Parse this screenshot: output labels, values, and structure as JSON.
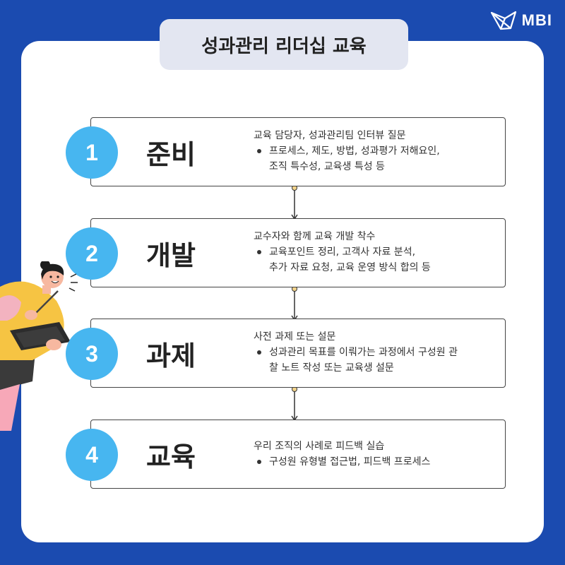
{
  "brand": {
    "name": "MBI"
  },
  "title": "성과관리 리더십 교육",
  "steps": [
    {
      "number": "1",
      "name": "준비",
      "desc_main": "교육 담당자, 성과관리팀 인터뷰 질문",
      "desc_bullet": [
        "프로세스, 제도, 방법, 성과평가 저해요인,",
        "조직 특수성, 교육생 특성 등"
      ]
    },
    {
      "number": "2",
      "name": "개발",
      "desc_main": "교수자와 함께 교육 개발 착수",
      "desc_bullet": [
        "교육포인트 정리, 고객사 자료 분석,",
        "추가 자료 요청, 교육 운영 방식 합의 등"
      ]
    },
    {
      "number": "3",
      "name": "과제",
      "desc_main": "사전 과제 또는 설문",
      "desc_bullet": [
        "성과관리 목표를 이뤄가는 과정에서 구성원 관",
        "찰 노트 작성 또는 교육생 설문"
      ]
    },
    {
      "number": "4",
      "name": "교육",
      "desc_main": "우리 조직의 사례로 피드백 실습",
      "desc_bullet": [
        "구성원 유형별 접근법, 피드백 프로세스"
      ]
    }
  ],
  "colors": {
    "background": "#1b4bb0",
    "accent": "#47b6f0",
    "card": "#ffffff",
    "title_bg": "#e3e6f1",
    "connector_dot": "#f2d38a"
  },
  "icons": {
    "logo": "mbi-logo-icon",
    "illustration": "woman-with-notebook-illustration"
  }
}
